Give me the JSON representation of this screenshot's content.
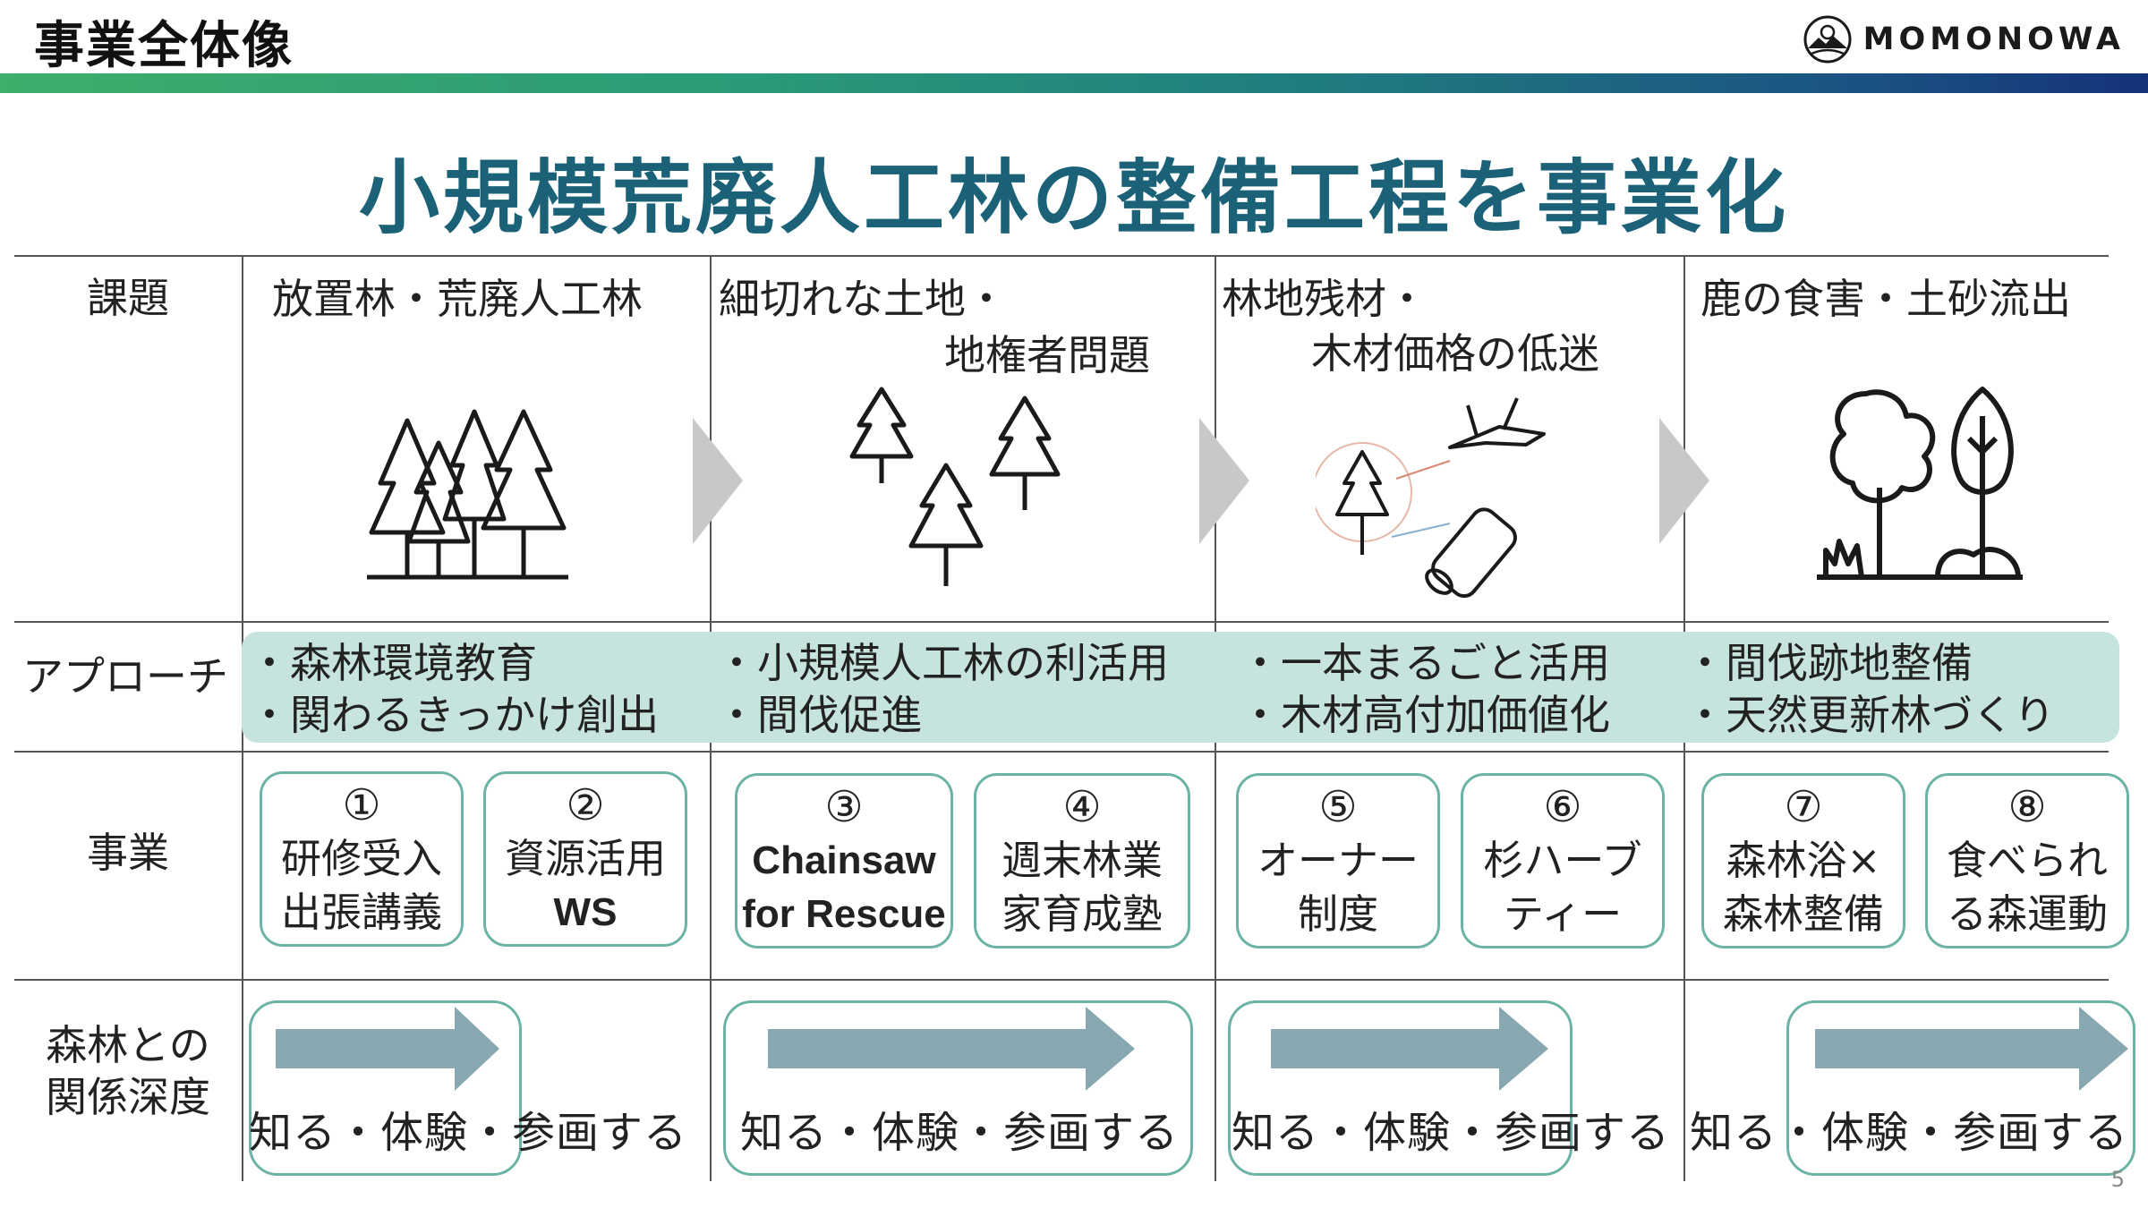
{
  "header": {
    "title": "事業全体像",
    "brand": "MOMONOWA",
    "logo_icon": "mountain-sun-logo"
  },
  "colors": {
    "brand_bar_start": "#3dae6b",
    "brand_bar_end": "#14327a",
    "heading": "#1b6178",
    "approach_band": "#c7e3dd",
    "box_border": "#6bb3a4",
    "arrow": "#87a8b0",
    "chevron": "#c8c8c8"
  },
  "main_heading": "小規模荒廃人工林の整備工程を事業化",
  "row_labels": {
    "issue": "課題",
    "approach": "アプローチ",
    "business": "事業",
    "depth_line1": "森林との",
    "depth_line2": "関係深度"
  },
  "issues": [
    {
      "lines": [
        "放置林・荒廃人工林"
      ],
      "icon": "forest-trees-icon"
    },
    {
      "lines": [
        "細切れな土地・",
        "地権者問題"
      ],
      "icon": "scattered-trees-icon"
    },
    {
      "lines": [
        "林地残材・",
        "木材価格の低迷"
      ],
      "icon": "tree-timber-icon"
    },
    {
      "lines": [
        "鹿の食害・土砂流出"
      ],
      "icon": "damaged-forest-icon"
    }
  ],
  "approaches": [
    [
      "・森林環境教育",
      "・関わるきっかけ創出"
    ],
    [
      "・小規模人工林の利活用",
      "・間伐促進"
    ],
    [
      "・一本まるごと活用",
      "・木材高付加価値化"
    ],
    [
      "・間伐跡地整備",
      "・天然更新林づくり"
    ]
  ],
  "businesses": [
    {
      "num": "①",
      "line1": "研修受入",
      "line2": "出張講義"
    },
    {
      "num": "②",
      "line1": "資源活用",
      "line2": "WS"
    },
    {
      "num": "③",
      "line1": "Chainsaw",
      "line2": "for Rescue"
    },
    {
      "num": "④",
      "line1": "週末林業",
      "line2": "家育成塾"
    },
    {
      "num": "⑤",
      "line1": "オーナー",
      "line2": "制度"
    },
    {
      "num": "⑥",
      "line1": "杉ハーブ",
      "line2": "ティー"
    },
    {
      "num": "⑦",
      "line1": "森林浴×",
      "line2": "森林整備"
    },
    {
      "num": "⑧",
      "line1": "食べられ",
      "line2": "る森運動"
    }
  ],
  "depth": [
    {
      "text": "知る・体験・参画する"
    },
    {
      "text": "知る・体験・参画する"
    },
    {
      "text": "知る・体験・参画する"
    },
    {
      "text": "知る・体験・参画する"
    }
  ],
  "page_number": "5"
}
